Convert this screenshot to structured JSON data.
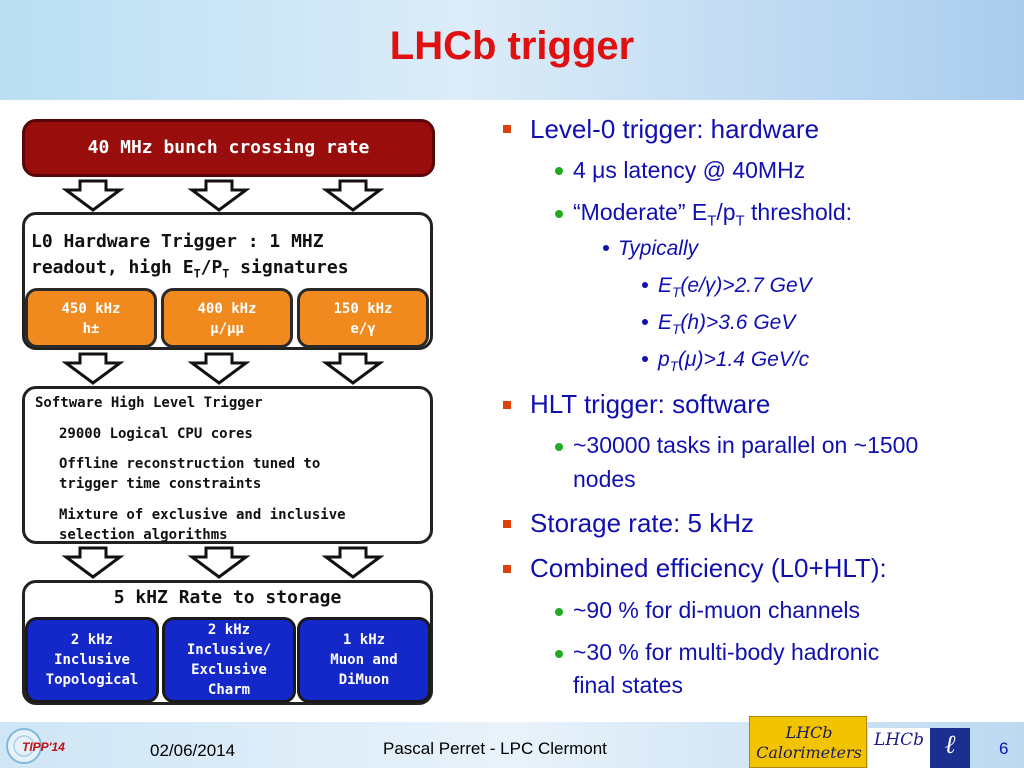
{
  "slide": {
    "title": "LHCb trigger"
  },
  "diagram": {
    "top_box": "40 MHz bunch crossing rate",
    "l0": {
      "title_line1": "L0 Hardware Trigger : 1 MHZ",
      "title_line2_pre": "readout, high E",
      "title_line2_sub1": "T",
      "title_line2_mid": "/P",
      "title_line2_sub2": "T",
      "title_line2_post": " signatures",
      "channels": [
        {
          "rate": "450 kHz",
          "label": "h±"
        },
        {
          "rate": "400 kHz",
          "label": "μ/μμ"
        },
        {
          "rate": "150 kHz",
          "label": "e/γ"
        }
      ]
    },
    "hlt": {
      "title": "Software High Level Trigger",
      "item1": "29000 Logical CPU cores",
      "item2_line1": "Offline reconstruction tuned to",
      "item2_line2": "trigger time constraints",
      "item3_line1": "Mixture of exclusive and inclusive",
      "item3_line2": "selection algorithms"
    },
    "storage": {
      "title": "5 kHZ Rate to storage",
      "streams": [
        {
          "line1": "2 kHz",
          "line2": "Inclusive",
          "line3": "Topological"
        },
        {
          "line1": "2 kHz",
          "line2": "Inclusive/",
          "line3": "Exclusive",
          "line4": "Charm"
        },
        {
          "line1": "1 kHz",
          "line2": "Muon and",
          "line3": "DiMuon"
        }
      ]
    }
  },
  "bullets": {
    "b1": "Level-0 trigger: hardware",
    "b1_1": "4 μs latency @ 40MHz",
    "b1_2_pre": "“Moderate”  E",
    "b1_2_sub1": "T",
    "b1_2_mid": "/p",
    "b1_2_sub2": "T",
    "b1_2_post": " threshold:",
    "b1_2_1": "Typically",
    "b1_2_1_1_pre": "E",
    "b1_2_1_1_sub": "T",
    "b1_2_1_1_post": "(e/γ)>2.7 GeV",
    "b1_2_1_2_pre": "E",
    "b1_2_1_2_sub": "T",
    "b1_2_1_2_post": "(h)>3.6 GeV",
    "b1_2_1_3_pre": "p",
    "b1_2_1_3_sub": "T",
    "b1_2_1_3_post": "(μ)>1.4 GeV/c",
    "b2": "HLT trigger: software",
    "b2_1_line1": "~30000 tasks in parallel on ~1500",
    "b2_1_line2": "nodes",
    "b3": "Storage rate: 5 kHz",
    "b4": "Combined efficiency (L0+HLT):",
    "b4_1": "~90 % for di-muon channels",
    "b4_2_line1": "~30 % for multi-body hadronic",
    "b4_2_line2": "final states"
  },
  "footer": {
    "date": "02/06/2014",
    "author": "Pascal Perret - LPC Clermont",
    "page": "6",
    "tipp_logo_text": "TIPP'14",
    "calo_logo_line1": "LHCb",
    "calo_logo_line2": "Calorimeters",
    "lhcb_logo_text": "LHCb",
    "lpc_logo_text": "ℓ"
  },
  "colors": {
    "title": "#e01010",
    "text": "#1010b0",
    "l1_bullet": "#e0400a",
    "l2_bullet": "#22aa22",
    "top_box": "#990d0d",
    "l0_channels": "#f08a1e",
    "storage_streams": "#1427c9"
  }
}
